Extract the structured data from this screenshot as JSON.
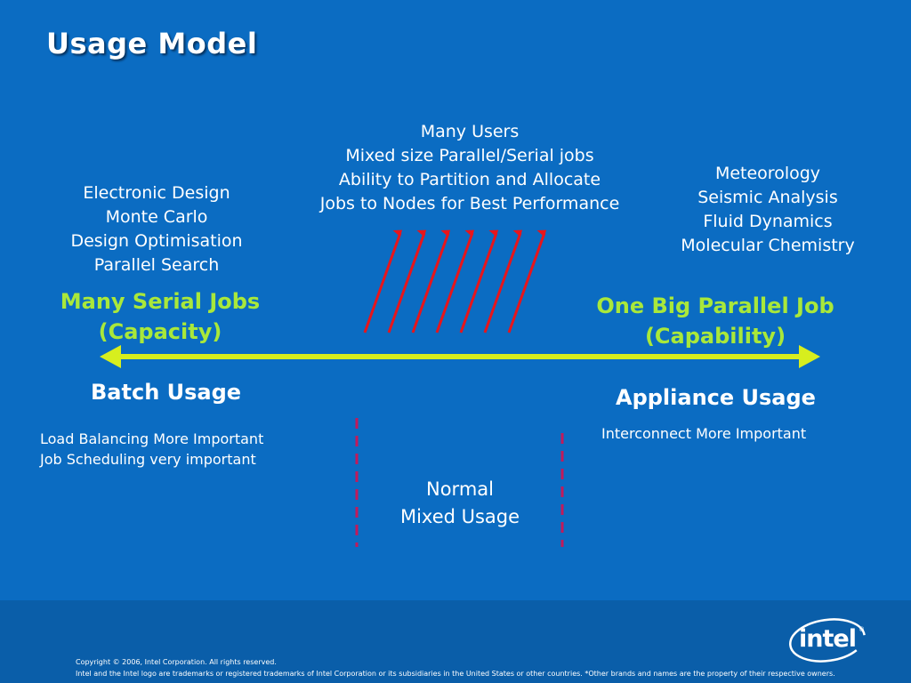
{
  "title": "Usage Model",
  "top_center": [
    "Many Users",
    "Mixed size Parallel/Serial jobs",
    "Ability to Partition and Allocate",
    "Jobs to Nodes for Best Performance"
  ],
  "left_apps": [
    "Electronic Design",
    "Monte Carlo",
    "Design Optimisation",
    "Parallel Search"
  ],
  "right_apps": [
    "Meteorology",
    "Seismic Analysis",
    "Fluid Dynamics",
    "Molecular Chemistry"
  ],
  "left_heading": [
    "Many Serial Jobs",
    "(Capacity)"
  ],
  "right_heading": [
    "One Big Parallel Job",
    "(Capability)"
  ],
  "batch_usage": "Batch Usage",
  "appliance_usage": "Appliance Usage",
  "batch_notes": [
    "Load Balancing More Important",
    "Job Scheduling very important"
  ],
  "appliance_note": "Interconnect More Important",
  "normal_mixed": [
    "Normal",
    "Mixed Usage"
  ],
  "footer": {
    "copyright": "Copyright © 2006, Intel Corporation. All rights reserved.",
    "trademark": "Intel and the Intel logo are trademarks or registered trademarks of Intel Corporation or its subsidiaries in the United States or other countries. *Other brands and names are the property of their respective owners.",
    "logo": "intel",
    "logo_mark": "®"
  },
  "colors": {
    "background": "#0b6cc2",
    "footer_band": "#0a5ea9",
    "green_heading": "#a9e83a",
    "axis_arrow": "#d7ee1e",
    "red_arrows": "#e8151b",
    "dashed_lines": "#c21a5b"
  }
}
